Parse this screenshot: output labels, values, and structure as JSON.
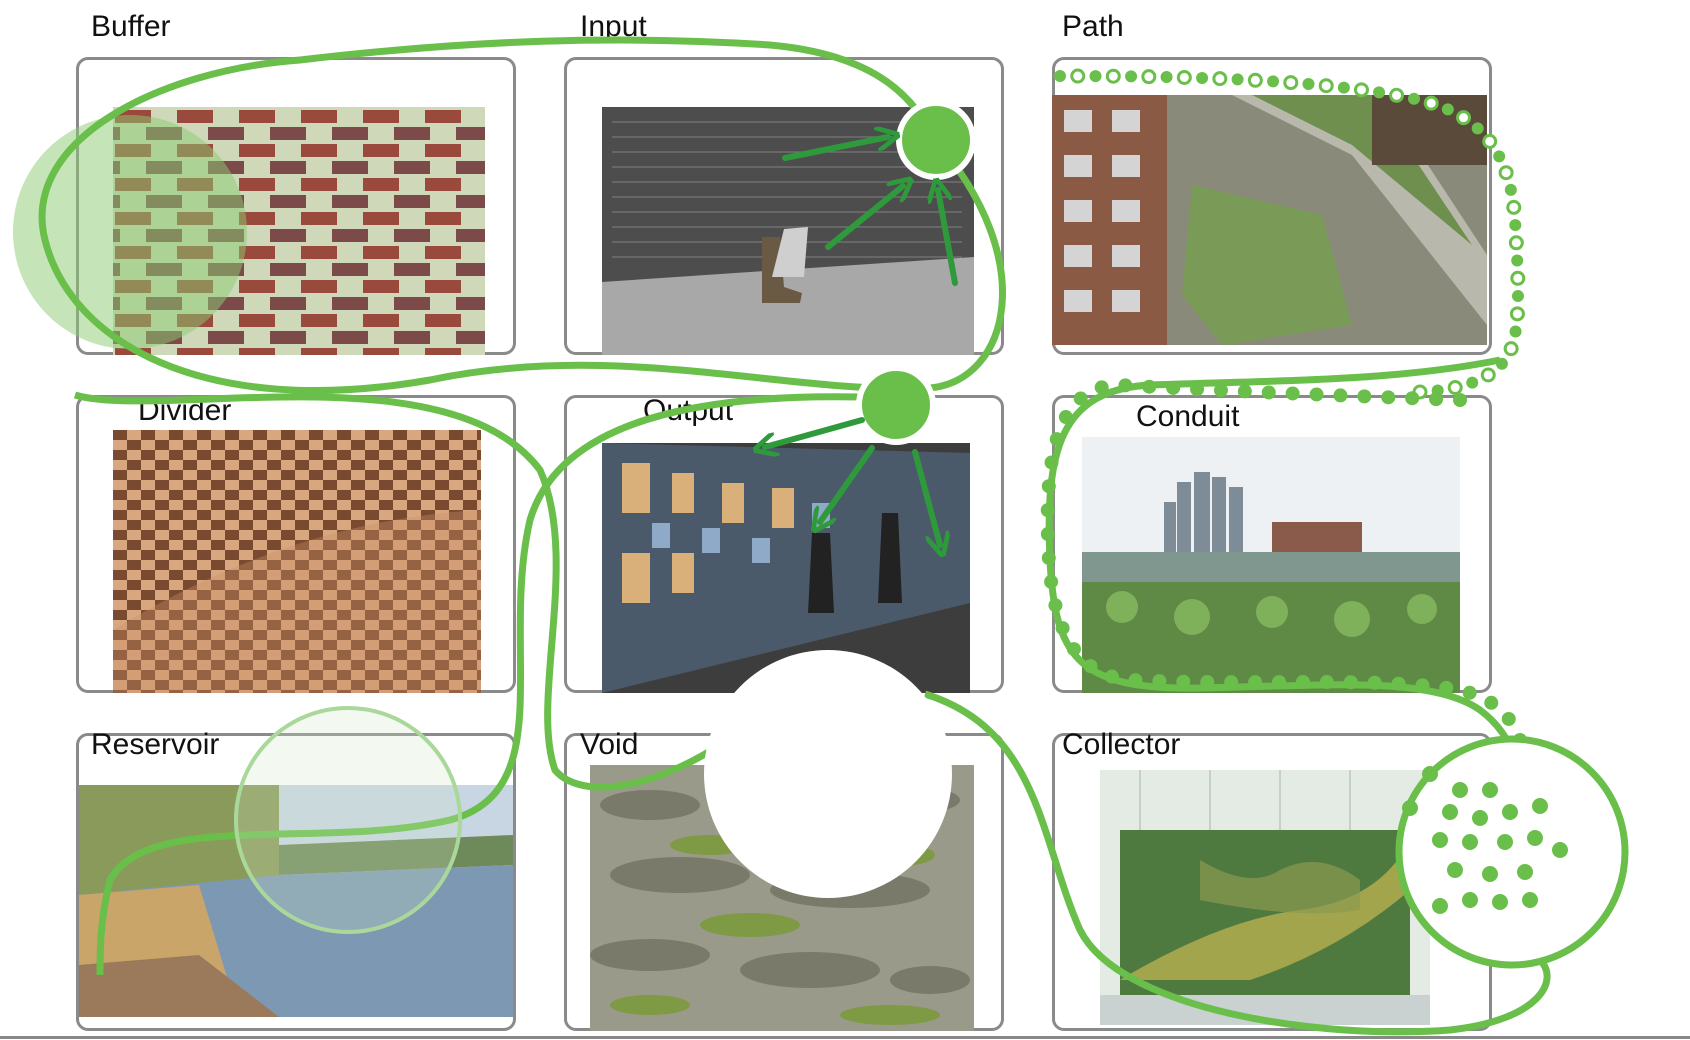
{
  "diagram": {
    "panels": [
      {
        "id": "buffer",
        "label": "Buffer",
        "photo": "brick-lattice-wall"
      },
      {
        "id": "input",
        "label": "Input",
        "photo": "memorial-wall-with-boots"
      },
      {
        "id": "path",
        "label": "Path",
        "photo": "elevated-park-walkway"
      },
      {
        "id": "divider",
        "label": "Divider",
        "photo": "curved-brick-wall"
      },
      {
        "id": "output",
        "label": "Output",
        "photo": "interactive-media-wall"
      },
      {
        "id": "conduit",
        "label": "Conduit",
        "photo": "wetland-city-skyline"
      },
      {
        "id": "reservoir",
        "label": "Reservoir",
        "photo": "river-with-grasses"
      },
      {
        "id": "void",
        "label": "Void",
        "photo": "mossy-stone-wall"
      },
      {
        "id": "collector",
        "label": "Collector",
        "photo": "green-living-wall"
      }
    ],
    "colors": {
      "accent": "#6abf4b",
      "arrow": "#2e9a3c",
      "light_accent": "#a9d89a",
      "panel_border": "#8a8a8a"
    }
  }
}
